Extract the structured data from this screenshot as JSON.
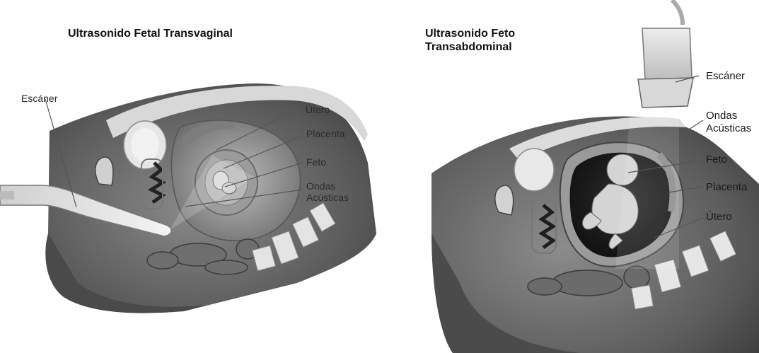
{
  "diagrams": [
    {
      "title": "Ultrasonido Fetal Transvaginal",
      "labels": {
        "scanner": "Escáner",
        "uterus": "Útero",
        "placenta": "Placenta",
        "fetus": "Feto",
        "waves_line1": "Ondas",
        "waves_line2": "Acústicas"
      }
    },
    {
      "title_line1": "Ultrasonido Feto",
      "title_line2": "Transabdominal",
      "labels": {
        "scanner": "Escáner",
        "waves_line1": "Ondas",
        "waves_line2": "Acústicas",
        "fetus": "Feto",
        "placenta": "Placenta",
        "uterus": "Útero"
      }
    }
  ]
}
